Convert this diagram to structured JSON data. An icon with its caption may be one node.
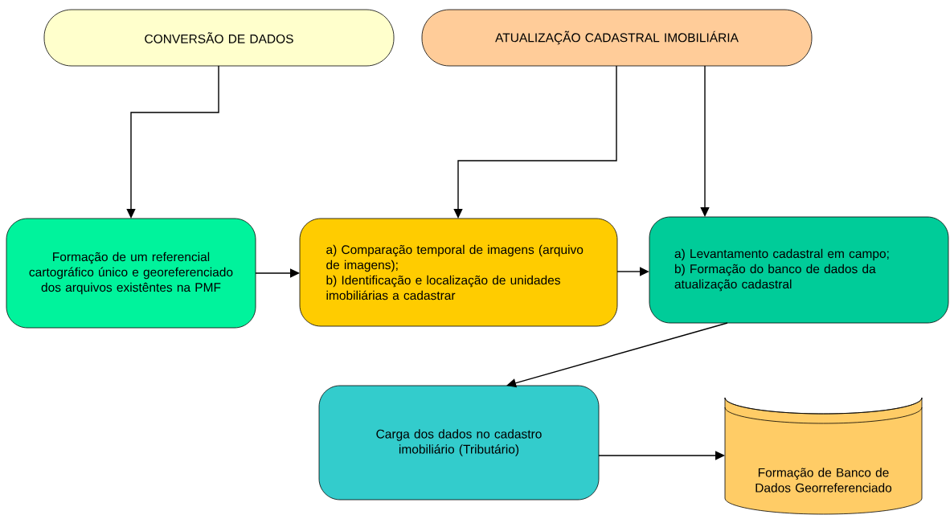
{
  "diagram": {
    "nodes": [
      {
        "text": [
          "CONVERSÃO DE DADOS"
        ]
      },
      {
        "text": [
          "ATUALIZAÇÃO CADASTRAL IMOBILIÁRIA"
        ]
      },
      {
        "text": [
          "Formação de um referencial cartográfico único e georeferenciado dos arquivos existêntes na PMF"
        ]
      },
      {
        "text": [
          "a) Comparação temporal de imagens (arquivo de imagens);",
          "b) Identificação e localização de unidades imobiliárias a cadastrar"
        ]
      },
      {
        "text": [
          "a) Levantamento cadastral em campo;",
          "b) Formação do banco de dados da atualização cadastral"
        ]
      },
      {
        "text": [
          "Carga dos dados no cadastro imobiliário (Tributário)"
        ]
      },
      {
        "text": [
          "Formação de Banco de Dados Georreferenciado"
        ]
      }
    ],
    "edges": [
      {
        "from": 0,
        "to": 2,
        "arrow": "to"
      },
      {
        "from": 1,
        "to": 3,
        "arrow": "to"
      },
      {
        "from": 1,
        "to": 4,
        "arrow": "to"
      },
      {
        "from": 2,
        "to": 3,
        "arrow": "to"
      },
      {
        "from": 3,
        "to": 4,
        "arrow": "to"
      },
      {
        "from": 4,
        "to": 5,
        "arrow": "to"
      },
      {
        "from": 5,
        "to": 6,
        "arrow": "to"
      }
    ]
  }
}
